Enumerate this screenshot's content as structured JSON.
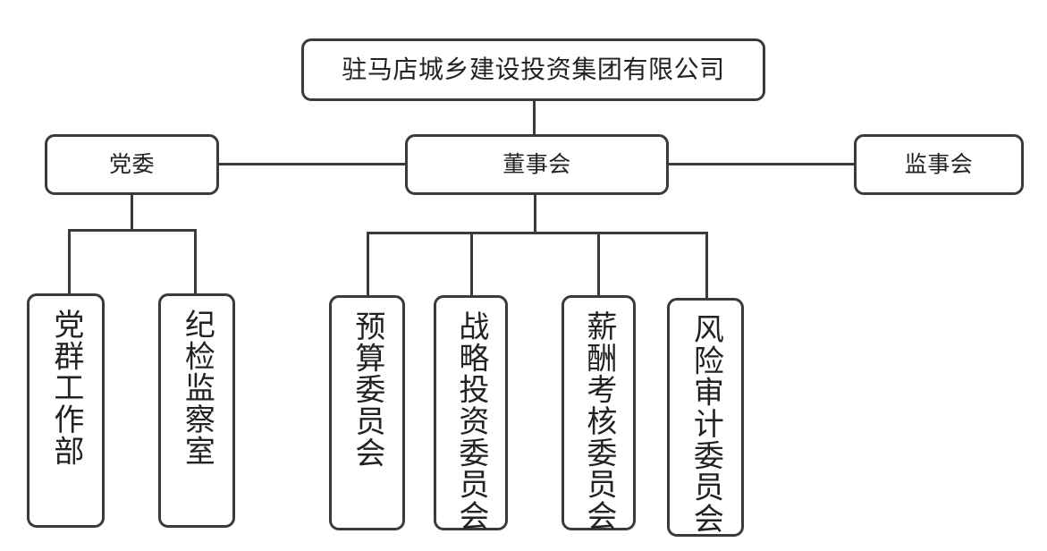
{
  "diagram": {
    "title_text": "驻马店城乡建设投资集团有限公司",
    "colors": {
      "line": "#3b3b3b",
      "border": "#3b3b3b",
      "text": "#222222",
      "background": "#ffffff"
    },
    "root": {
      "label": "驻马店城乡建设投资集团有限公司"
    },
    "level2": [
      {
        "label": "党委"
      },
      {
        "label": "董事会"
      },
      {
        "label": "监事会"
      }
    ],
    "party_children": [
      {
        "label": "党群工作部"
      },
      {
        "label": "纪检监察室"
      }
    ],
    "board_children": [
      {
        "label": "预算委员会"
      },
      {
        "label": "战略投资委员会"
      },
      {
        "label": "薪酬考核委员会"
      },
      {
        "label": "风险审计委员会"
      }
    ]
  }
}
